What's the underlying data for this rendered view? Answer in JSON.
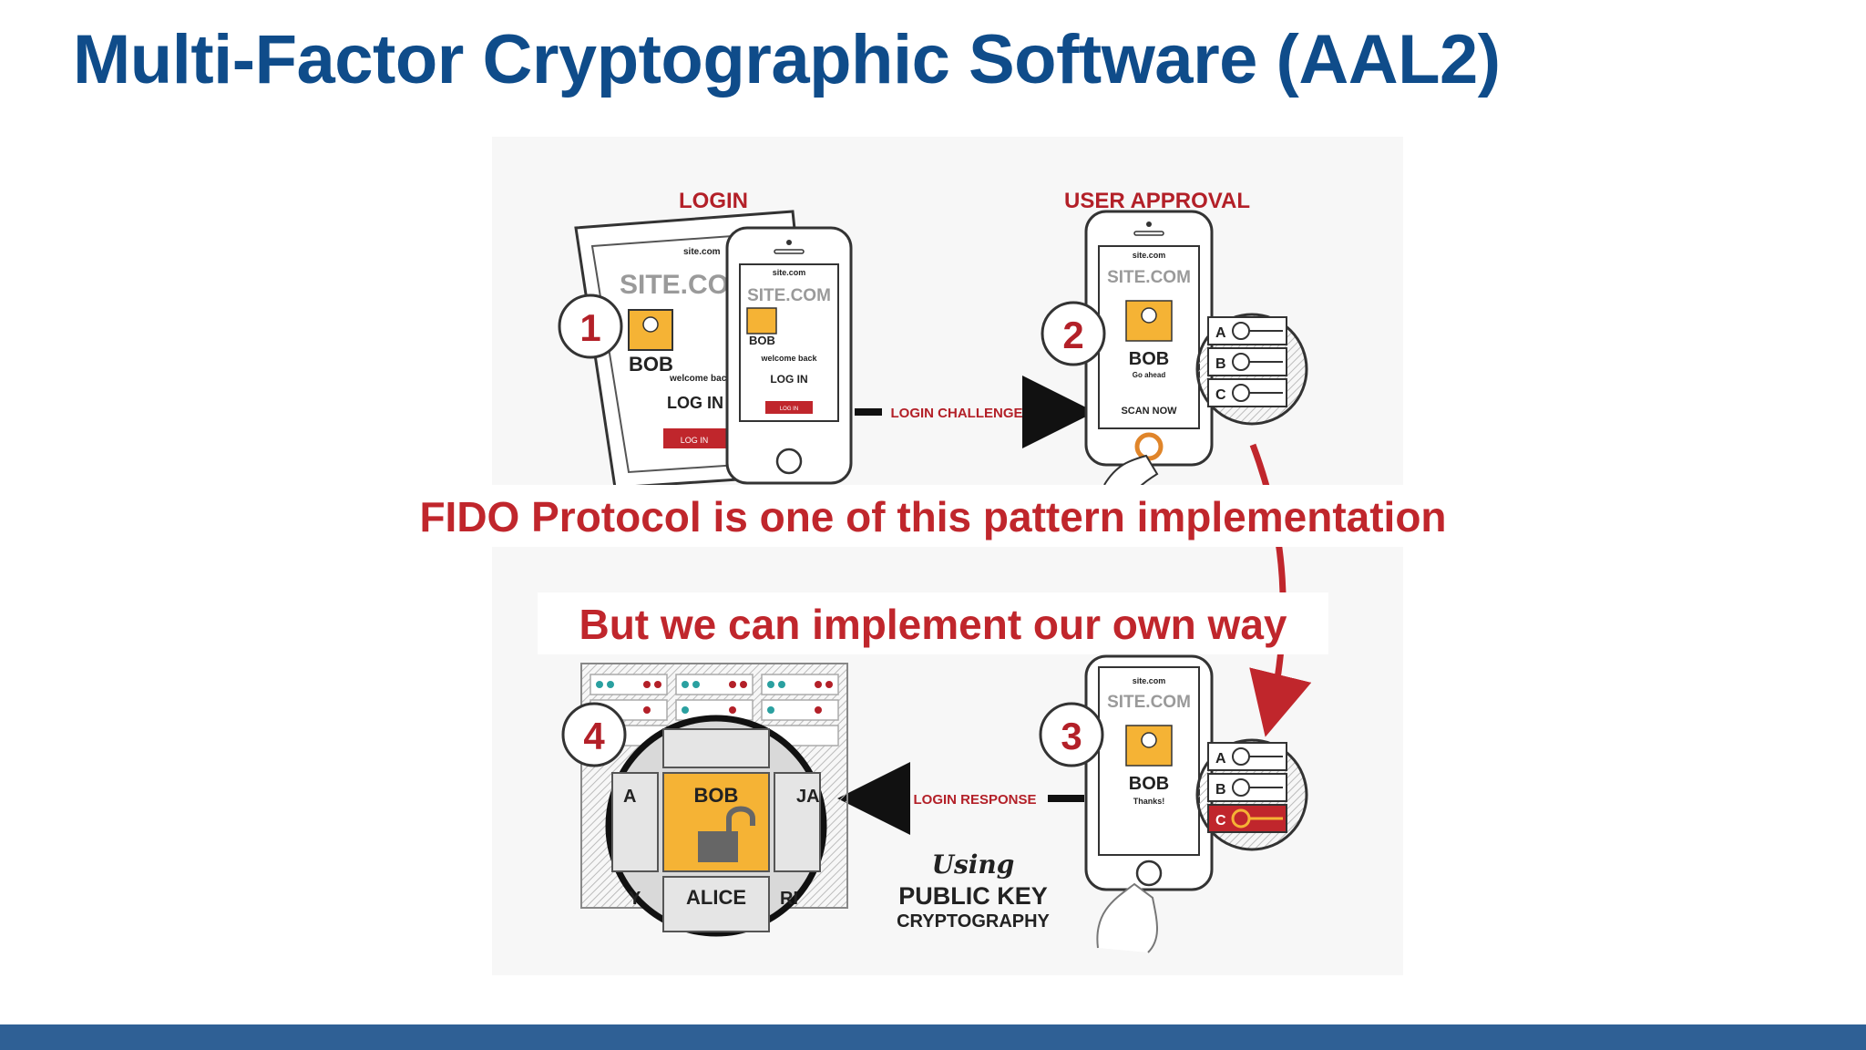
{
  "slide": {
    "title": "Multi-Factor Cryptographic Software (AAL2)",
    "overlay_line1": "FIDO Protocol is one of this pattern implementation",
    "overlay_line2": "But we can implement our own way"
  },
  "diagram": {
    "step1_heading": "LOGIN",
    "step2_heading": "USER APPROVAL",
    "step_numbers": [
      "1",
      "2",
      "3",
      "4"
    ],
    "site_domain": "site.com",
    "site_name": "SITE.COM",
    "user_bob": "BOB",
    "user_alice": "ALICE",
    "welcome_back": "welcome back",
    "log_in_heading": "LOG IN",
    "log_in_button": "LOG IN",
    "go_ahead": "Go ahead",
    "scan_now": "SCAN NOW",
    "thanks": "Thanks!",
    "login_challenge": "LOGIN CHALLENGE",
    "login_response": "LOGIN RESPONSE",
    "using_text": "Using",
    "public_key": "PUBLIC KEY",
    "cryptography": "CRYPTOGRAPHY",
    "key_slots": [
      "A",
      "B",
      "C"
    ],
    "partial_names": [
      "A",
      "JA",
      "Y",
      "RI"
    ]
  },
  "colors": {
    "title_blue": "#0f4c8a",
    "accent_red": "#c0262c",
    "footer_blue": "#2f6095",
    "avatar_orange": "#f5b335"
  }
}
